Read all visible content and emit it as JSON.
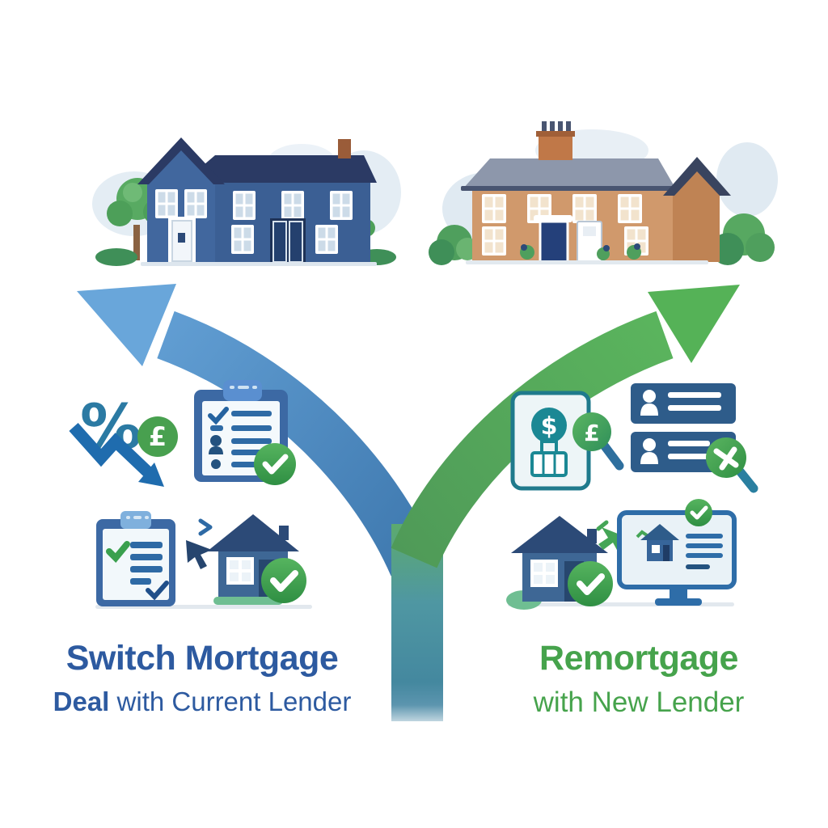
{
  "page": {
    "kind": "mortgage-options-fork-infographic",
    "background": "#ffffff"
  },
  "colors": {
    "background": "#ffffff",
    "arrow_blue": "#66a3d8",
    "arrow_blue_deep": "#3d77ad",
    "arrow_green": "#5cb85e",
    "arrow_green_deep": "#4f9a58",
    "stem_teal": "#4f97a2",
    "text_blue": "#2d5aa0",
    "text_green": "#46a34c",
    "house_blue": "#3b5f94",
    "roof_navy": "#2b3a64",
    "brick_orange": "#d0996c",
    "roof_slate": "#8d97ab",
    "check_green": "#3aa04e",
    "coin_green": "#48a04f",
    "stamp_teal": "#1b8894",
    "bar_blue": "#2e5c8a",
    "foliage_green": "#57a861"
  },
  "left_option": {
    "id": "switch-with-current-lender",
    "title_line1": "Switch Mortgage",
    "title_line2_bold": "Deal",
    "title_line2_light": " with ",
    "title_line2_rest": "Current Lender",
    "house": "blue-detached-house",
    "rate_icon": {
      "percent_symbol": "%",
      "coin_symbol": "£"
    },
    "icons": [
      {
        "name": "interest-rate-drop-icon"
      },
      {
        "name": "application-checklist-icon"
      },
      {
        "name": "approved-checklist-icon"
      },
      {
        "name": "cursor-arrow-icon"
      },
      {
        "name": "approved-house-icon"
      }
    ]
  },
  "right_option": {
    "id": "remortgage-with-new-lender",
    "title_line1": "Remortgage",
    "title_line2_light": "with ",
    "title_line2_rest": "New Lender",
    "house": "brick-semi-detached-house",
    "valuation_icon": {
      "stamp_symbol": "$",
      "magnifier_symbol": "£"
    },
    "icons": [
      {
        "name": "valuation-document-icon"
      },
      {
        "name": "lender-offer-row-icon",
        "count": 2
      },
      {
        "name": "compare-magnifier-icon"
      },
      {
        "name": "approved-house-icon"
      },
      {
        "name": "cursor-arrow-icon"
      },
      {
        "name": "online-approval-monitor-icon"
      }
    ]
  }
}
